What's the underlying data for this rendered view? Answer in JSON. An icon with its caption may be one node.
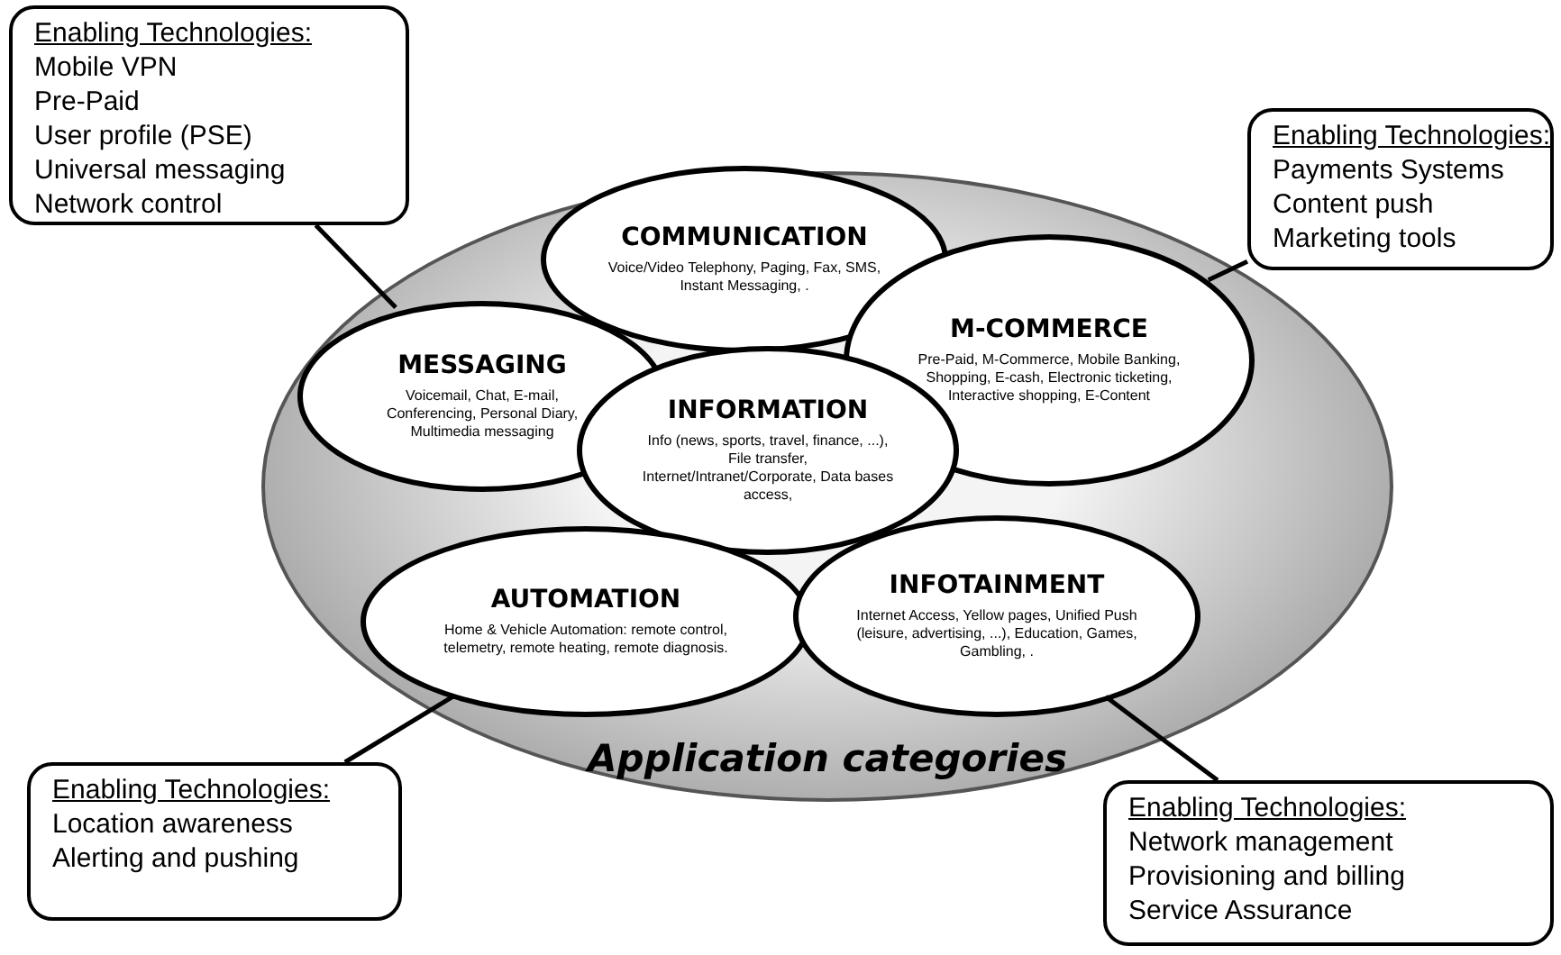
{
  "diagram": {
    "nodes": [
      {
        "text": [
          "Enabling Technologies:",
          "Mobile VPN",
          "Pre-Paid",
          "User profile (PSE)",
          "Universal messaging",
          "Network control"
        ]
      },
      {
        "text": [
          "Enabling Technologies:",
          "Payments Systems",
          "Content push",
          "Marketing tools"
        ]
      },
      {
        "text": [
          "Application categories"
        ]
      },
      {
        "text": [
          "COMMUNICATION",
          "Voice/Video Telephony, Paging, Fax, SMS, Instant Messaging, ."
        ],
        "in": 2
      },
      {
        "text": [
          "MESSAGING",
          "Voicemail, Chat, E-mail, Conferencing, Personal Diary, Multimedia messaging"
        ],
        "in": 2
      },
      {
        "text": [
          "M-COMMERCE",
          "Pre-Paid, M-Commerce, Mobile Banking, Shopping, E-cash, Electronic ticketing, Interactive shopping, E-Content"
        ],
        "in": 2
      },
      {
        "text": [
          "INFORMATION",
          "Info (news, sports, travel, finance, ...), File transfer, Internet/Intranet/Corporate, Data bases access,"
        ],
        "in": 2
      },
      {
        "text": [
          "AUTOMATION",
          "Home & Vehicle Automation: remote control, telemetry, remote heating, remote diagnosis."
        ],
        "in": 2
      },
      {
        "text": [
          "INFOTAINMENT",
          "Internet Access, Yellow pages, Unified Push (leisure, advertising, ...), Education, Games, Gambling, ."
        ],
        "in": 2
      },
      {
        "text": [
          "Enabling Technologies:",
          "Location awareness",
          "Alerting and pushing"
        ]
      },
      {
        "text": [
          "Enabling Technologies:",
          "Network management",
          "Provisioning and billing",
          "Service Assurance"
        ]
      }
    ],
    "edges": [
      {
        "from": 0,
        "to": 4,
        "arrow": "none"
      },
      {
        "from": 1,
        "to": 5,
        "arrow": "none"
      },
      {
        "from": 9,
        "to": 7,
        "arrow": "none"
      },
      {
        "from": 10,
        "to": 8,
        "arrow": "none"
      }
    ]
  }
}
